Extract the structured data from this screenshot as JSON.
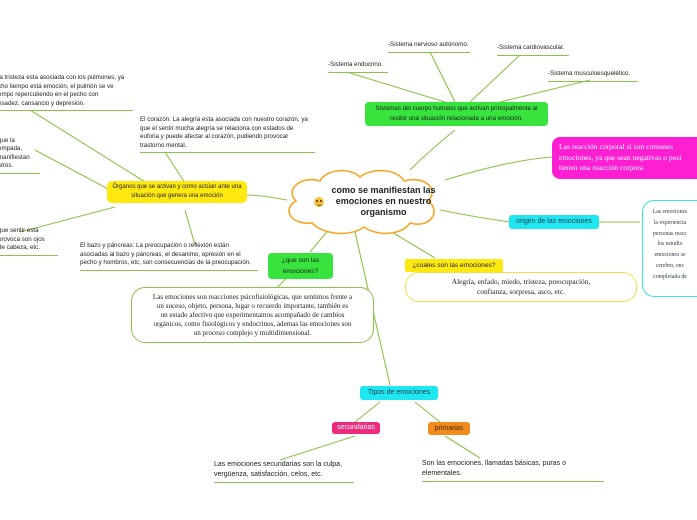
{
  "central": {
    "label": "como se manifiestan las\nemociones en nuestro\norganismo",
    "icon": "smiley-icon"
  },
  "organos": {
    "label": "Órganos que se activan y como actúan ante una situación que genera una emoción",
    "pulmones": "la tristeza esta asociada con los pulmones, ya\ncho tiempo esta emoción, el pulmón  se ve\nempo repercutiendo en el pecho con\nesadez, cansancio y depresión.",
    "estomago": "l\nque la\nompada,\nmanifiestan\nstros.",
    "cabeza": "que sentir esta\nprovoca son ojos\nde cabeza, etc.",
    "corazon": "El corazón: La alegría esta asociada con nuestro corazón, ya\nque el sentir mucha alegría se relaciona con estados de\neuforia y puede afectar al corazón, pudiendo provocar\ntrastorno mental.",
    "bazo": "El bazo y páncreas: La preocupación o reflexión están\nasociadas al bazo y páncreas, el desanimo, opresión en el\npecho y hombros, etc, son consecuencias de la preocupación."
  },
  "sistemas": {
    "label": "Sistemas del cuerpo humano que activan principalmente al\nrecibir una situación relacionada a una emoción.",
    "items": [
      "-Sistema nervioso autónomo.",
      "-Sistema cardiovascular.",
      "-Sistema endocrino.",
      "-Sistema musculoesquelético."
    ]
  },
  "reaccion": {
    "text": "Las reacción corporal si son  comunes\nemociones, ya que sean negativas o posi\ntienen una reacción corpora"
  },
  "origen": {
    "label": "origen de las emociones",
    "text": "Las emociones\nla experiencia\npersonas reacc\nlos estudio\nemociones se\ncerebro, enc\ncompletada de"
  },
  "que_son": {
    "label": "¿que son las emociones?",
    "text": "Las emociones son reacciones psicofisiológicas, que sentimos frente a\nun suceso, objeto, persona, lugar o recuerdo importante, también es\nun estado afectivo que experimentamos acompañado de cambios\norgánicos, como fisiológicos y endocrinos, ademas las emociones son\nun proceso complejo y multidimensional."
  },
  "cuales": {
    "label": "¿cuales son las emociones?",
    "text": "Alegría, enfado, miedo, tristeza, preocupación,\nconfianza, sorpresa, asco, etc."
  },
  "tipos": {
    "label": "Tipos de emociones",
    "secundarias": {
      "label": "secundarias",
      "text": "Las emociones secundarias son la culpa,\nvergüenza, satisfacción, celos, etc."
    },
    "primarias": {
      "label": "primarias",
      "text": "Son las emociones, llamadas básicas, puras o\nelementales."
    }
  },
  "colors": {
    "link": "#8bc34a",
    "cloud_border": "#f5a623",
    "yellow": "#fde910",
    "green": "#37e33c",
    "cyan": "#1fe7f2",
    "pink": "#ee2a7b",
    "orange": "#f28b1e",
    "magenta": "#ff1fd2"
  }
}
